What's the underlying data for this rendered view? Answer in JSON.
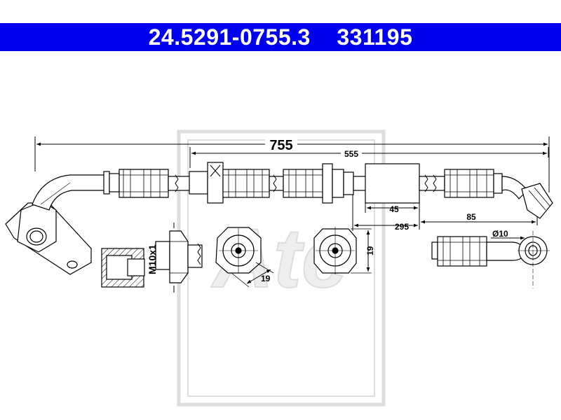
{
  "header": {
    "part_number": "24.5291-0755.3",
    "reference_number": "331195",
    "background_color": "#0000ee",
    "text_color": "#ffffff"
  },
  "dimensions": {
    "overall_length": "755",
    "inner_length": "555",
    "clamp_width": "45",
    "bracket_offset": "295",
    "end_length": "85",
    "thread": "M10x1",
    "hex_size_1": "19",
    "hex_size_2": "19",
    "eye_diameter": "Ø10"
  },
  "watermark": {
    "brand": "Ate",
    "color": "#dddddd"
  }
}
